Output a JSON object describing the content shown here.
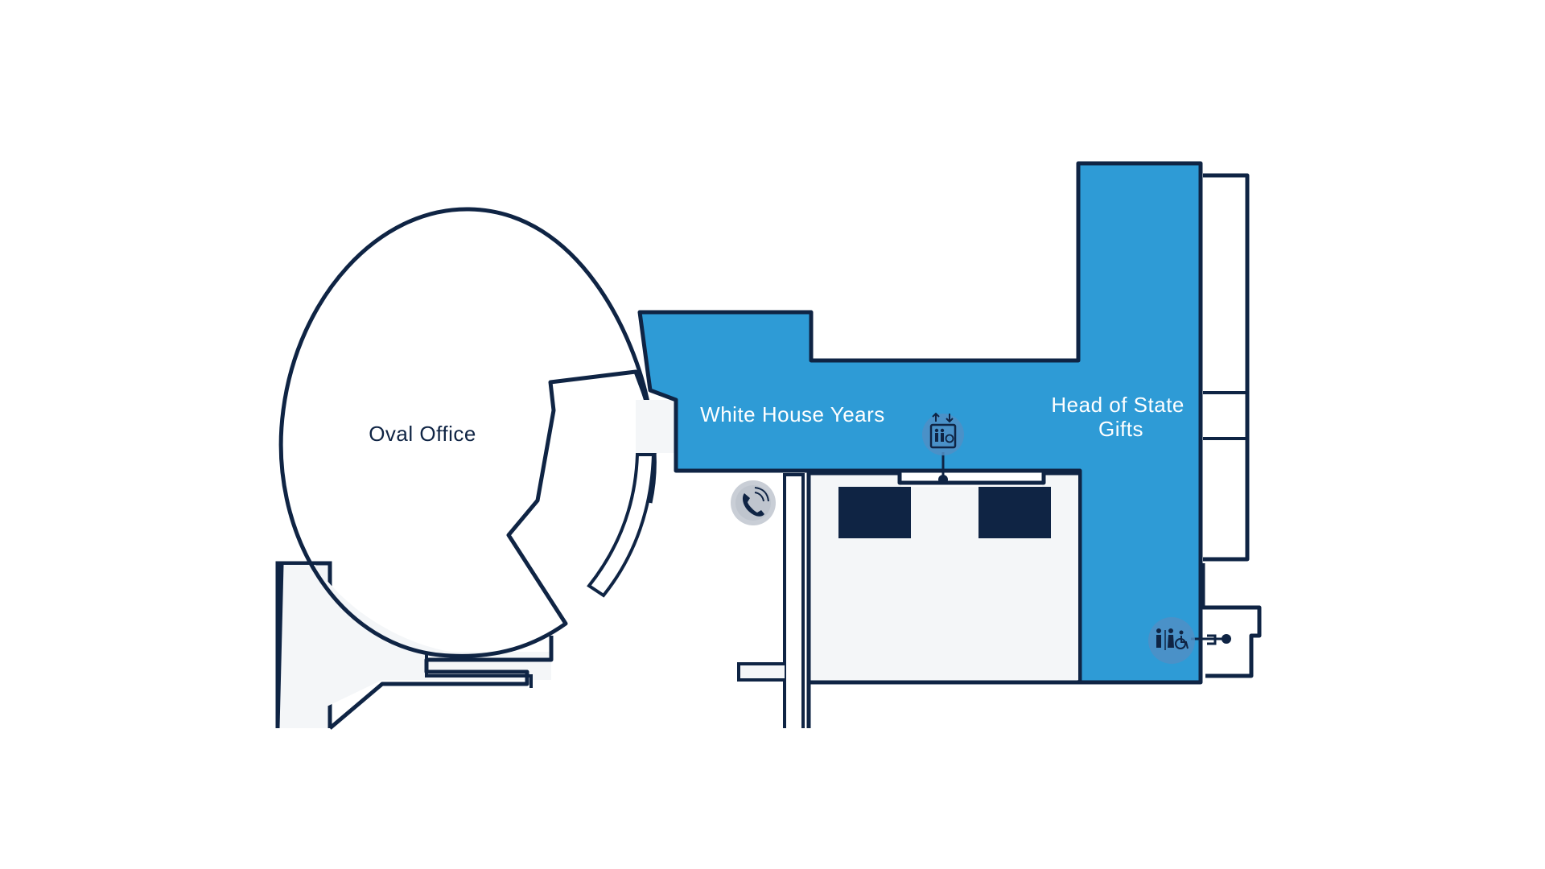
{
  "map": {
    "rooms": {
      "oval_office": {
        "label": "Oval Office"
      },
      "white_house_years": {
        "label": "White House Years"
      },
      "head_of_state_gifts": {
        "line1": "Head of State",
        "line2": "Gifts"
      }
    },
    "icons": {
      "elevator": "elevator-icon",
      "restrooms": "restroom-icon",
      "phone": "phone-icon"
    },
    "colors": {
      "background": "#ffffff",
      "exhibit_blue": "#2e9bd6",
      "wall_navy": "#0f2444",
      "light_room": "#f4f6f8",
      "dark_block": "#0f2444",
      "icon_badge": "#4f8fc6",
      "label_light": "#ffffff",
      "label_dark": "#0f2444"
    }
  }
}
